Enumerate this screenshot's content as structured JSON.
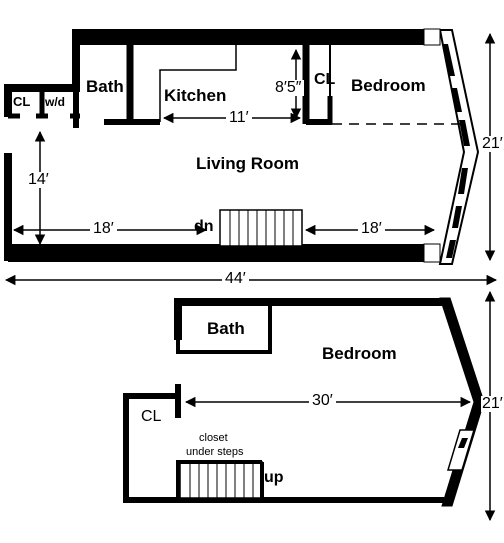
{
  "upper_floor": {
    "rooms": {
      "cl": "CL",
      "wd": "w/d",
      "bath": "Bath",
      "kitchen": "Kitchen",
      "cl2": "CL",
      "bedroom": "Bedroom",
      "living": "Living Room"
    },
    "stairs_label": "dn",
    "dims": {
      "d_14": "14′",
      "d_11": "11′",
      "d_8_5": "8′5″",
      "d_18_left": "18′",
      "d_18_right": "18′",
      "d_21": "21′",
      "d_44": "44′"
    }
  },
  "lower_floor": {
    "rooms": {
      "bath": "Bath",
      "bedroom": "Bedroom",
      "cl": "CL",
      "closet_line1": "closet",
      "closet_line2": "under steps"
    },
    "stairs_label": "up",
    "dims": {
      "d_30": "30′",
      "d_21": "21′"
    }
  }
}
